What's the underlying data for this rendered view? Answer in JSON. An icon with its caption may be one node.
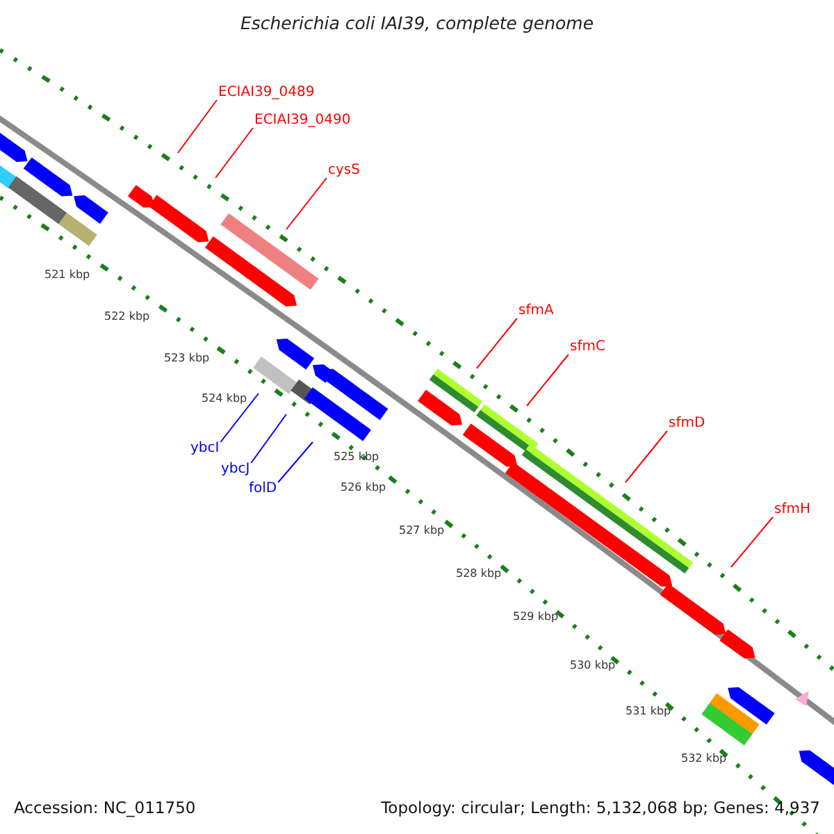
{
  "diagram": {
    "title": "Escherichia coli IAI39, complete genome",
    "nodes": [
      {
        "text": [
          "ECIAI39_0489"
        ]
      },
      {
        "text": [
          "ECIAI39_0490"
        ]
      },
      {
        "text": [
          "cysS"
        ]
      },
      {
        "text": [
          "sfmA"
        ]
      },
      {
        "text": [
          "sfmC"
        ]
      },
      {
        "text": [
          "sfmD"
        ]
      },
      {
        "text": [
          "sfmH"
        ]
      },
      {
        "text": [
          "ybcI"
        ]
      },
      {
        "text": [
          "ybcJ"
        ]
      },
      {
        "text": [
          "folD"
        ]
      }
    ],
    "edges": [
      {
        "from": 0,
        "to": null,
        "arrow": "none"
      },
      {
        "from": 1,
        "to": null,
        "arrow": "none"
      },
      {
        "from": 2,
        "to": null,
        "arrow": "none"
      },
      {
        "from": 3,
        "to": null,
        "arrow": "none"
      },
      {
        "from": 4,
        "to": null,
        "arrow": "none"
      },
      {
        "from": 5,
        "to": null,
        "arrow": "none"
      },
      {
        "from": 6,
        "to": null,
        "arrow": "none"
      },
      {
        "from": 7,
        "to": null,
        "arrow": "none",
        "color": "#0000ff"
      },
      {
        "from": 8,
        "to": null,
        "arrow": "none",
        "color": "#0000ff"
      },
      {
        "from": 9,
        "to": null,
        "arrow": "none",
        "color": "#0000ff"
      }
    ],
    "labels": [
      "521 kbp",
      "522 kbp",
      "523 kbp",
      "524 kbp",
      "525 kbp",
      "526 kbp",
      "527 kbp",
      "528 kbp",
      "529 kbp",
      "530 kbp",
      "531 kbp",
      "532 kbp",
      "Accession: NC_011750",
      "Topology: circular; Length: 5,132,068 bp; Genes: 4,937"
    ]
  }
}
